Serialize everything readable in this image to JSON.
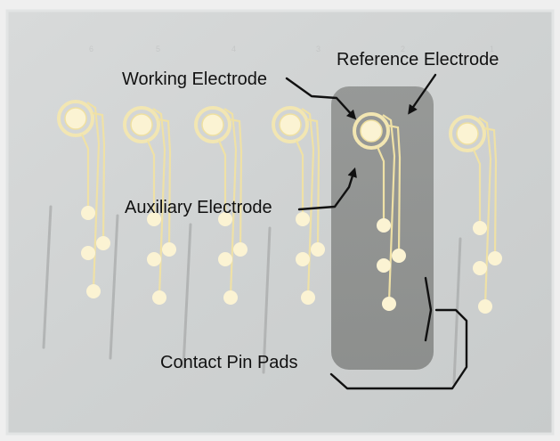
{
  "figure": {
    "labels": {
      "working": "Working Electrode",
      "reference": "Reference Electrode",
      "auxiliary": "Auxiliary Electrode",
      "contact": "Contact Pin Pads"
    },
    "colors": {
      "substrate": "#d3d5d5",
      "substrate_edge": "#ececec",
      "gold_trace": "#f3e7b6",
      "gold_fill": "#fbf3d3",
      "highlight_box": "#8d8f8d",
      "arrow": "#111111"
    }
  }
}
